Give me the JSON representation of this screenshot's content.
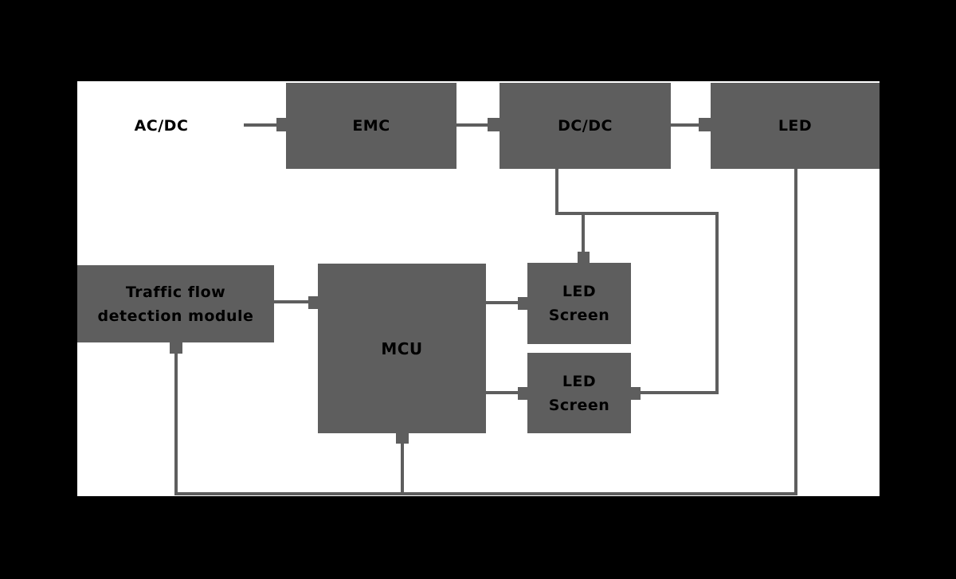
{
  "colors": {
    "frame": "#000000",
    "canvas": "#ffffff",
    "block": "#5e5e5e",
    "label": "#000000",
    "connector": "#5e5e5e"
  },
  "nodes": {
    "ac_source": {
      "label": "AC/DC"
    },
    "emc": {
      "label": "EMC"
    },
    "dc_dc": {
      "label": "DC/DC"
    },
    "led": {
      "label": "LED"
    },
    "traffic_module": {
      "label_line1": "Traffic flow",
      "label_line2": "detection module"
    },
    "mcu": {
      "label": "MCU"
    },
    "led_screen_1": {
      "label_line1": "LED",
      "label_line2": "Screen"
    },
    "led_screen_2": {
      "label_line1": "LED",
      "label_line2": "Screen"
    }
  },
  "connections": [
    {
      "from": "AC/DC",
      "to": "EMC"
    },
    {
      "from": "EMC",
      "to": "DC/DC"
    },
    {
      "from": "DC/DC",
      "to": "LED"
    },
    {
      "from": "DC/DC",
      "to": "LED Screen (top)"
    },
    {
      "from": "DC/DC",
      "to": "LED Screen (bottom)"
    },
    {
      "from": "Traffic flow detection module",
      "to": "MCU"
    },
    {
      "from": "MCU",
      "to": "LED Screen (top)"
    },
    {
      "from": "MCU",
      "to": "LED Screen (bottom)"
    },
    {
      "from": "LED",
      "to": "bottom bus"
    },
    {
      "from": "Traffic flow detection module",
      "to": "bottom bus"
    },
    {
      "from": "MCU",
      "to": "bottom bus"
    }
  ]
}
